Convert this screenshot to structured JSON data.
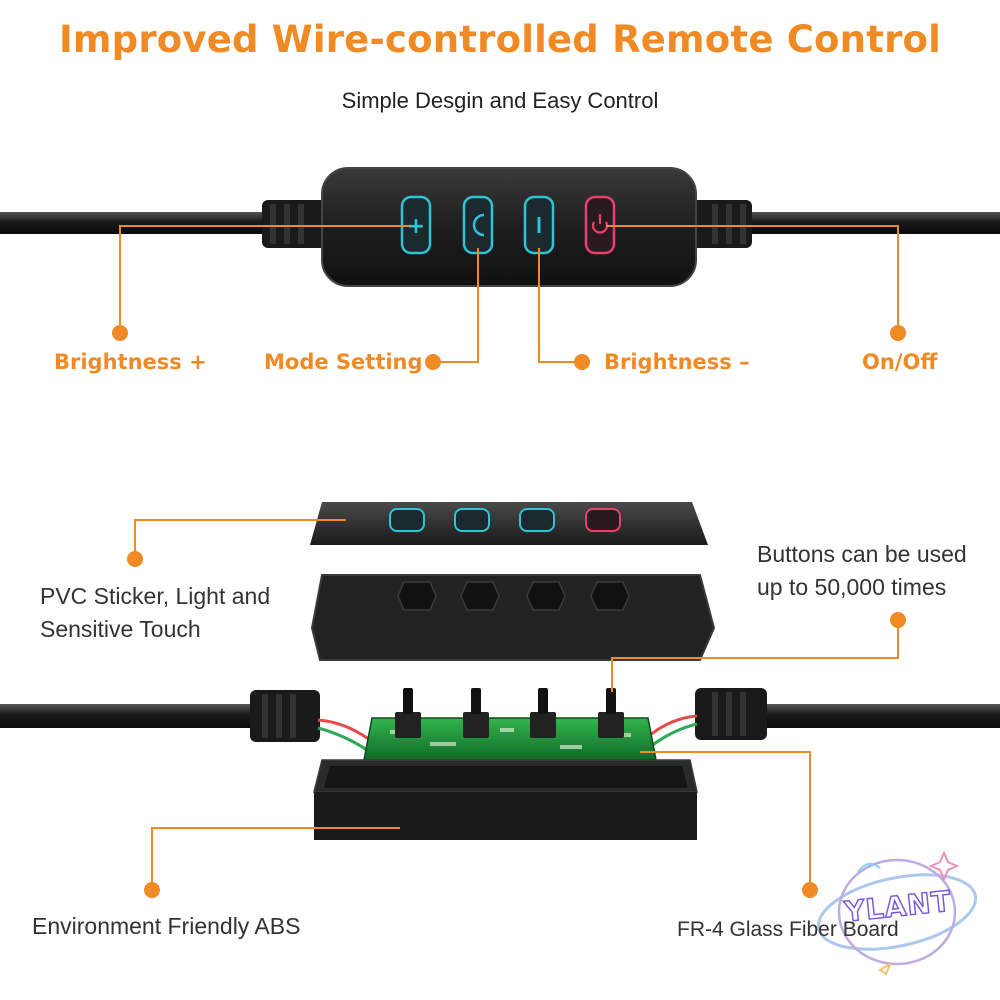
{
  "title": "Improved Wire-controlled Remote Control",
  "subtitle": "Simple Desgin and Easy Control",
  "buttons": {
    "brightness_plus": "Brightness +",
    "mode_setting": "Mode Setting",
    "brightness_minus": "Brightness –",
    "on_off": "On/Off"
  },
  "exploded": {
    "pvc_sticker": [
      "PVC Sticker, Light and",
      "Sensitive Touch"
    ],
    "buttons_life": [
      "Buttons can be used",
      "up to 50,000 times"
    ],
    "abs": "Environment Friendly ABS",
    "fr4": "FR-4 Glass Fiber Board"
  },
  "watermark": "YLANT",
  "colors": {
    "accent": "#f08a24",
    "button_glow": "#2ec4d6",
    "power_red": "#e8406a",
    "casing": "#1c1c1c",
    "pcb": "#1f8f3c"
  }
}
